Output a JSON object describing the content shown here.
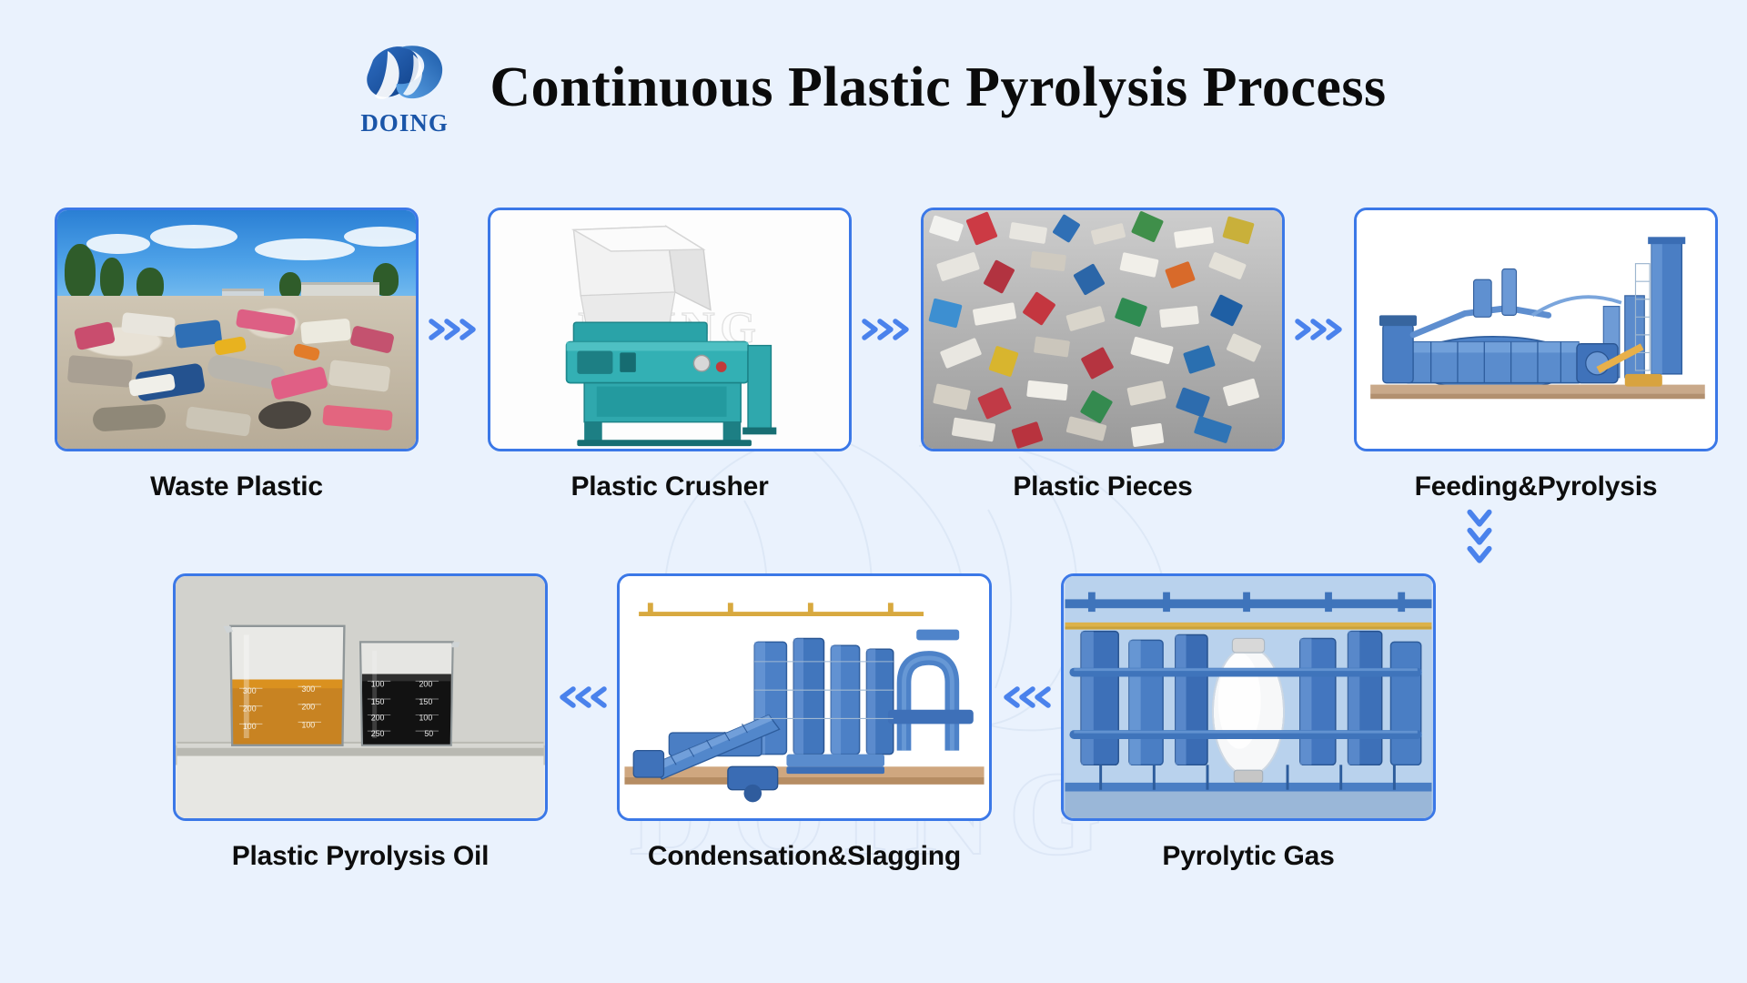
{
  "brand": {
    "logo_icon": "doing-leaf-logo",
    "logo_text": "DOING",
    "watermark_text": "DOING",
    "accent_blue": "#3b78e7",
    "arrow_blue": "#4a82ec",
    "logo_blue": "#1a55a8",
    "background": "#eaf2fd"
  },
  "header": {
    "title": "Continuous Plastic Pyrolysis Process"
  },
  "flow": {
    "row1": [
      {
        "id": "waste-plastic",
        "label": "Waste Plastic",
        "image": "landfill-of-mixed-waste-plastic"
      },
      {
        "id": "plastic-crusher",
        "label": "Plastic Crusher",
        "image": "industrial-plastic-crusher-machine"
      },
      {
        "id": "plastic-pieces",
        "label": "Plastic Pieces",
        "image": "pile-of-shredded-plastic-flakes"
      },
      {
        "id": "feeding-pyrolysis",
        "label": "Feeding&Pyrolysis",
        "image": "continuous-pyrolysis-reactor-plant"
      }
    ],
    "row2": [
      {
        "id": "plastic-pyrolysis-oil",
        "label": "Plastic Pyrolysis Oil",
        "image": "two-beakers-of-pyrolysis-oil"
      },
      {
        "id": "condensation-slagging",
        "label": "Condensation&Slagging",
        "image": "condenser-and-slag-discharge-system"
      },
      {
        "id": "pyrolytic-gas",
        "label": "Pyrolytic Gas",
        "image": "pyrolytic-gas-recovery-unit"
      }
    ],
    "arrows": {
      "right_icon": "triple-chevron-right",
      "left_icon": "triple-chevron-left",
      "down_icon": "triple-chevron-down",
      "row1_count": 3,
      "row2_count": 2,
      "down_count": 1
    }
  },
  "beaker_labels": {
    "left": [
      "300",
      "200",
      "100"
    ],
    "right_outer": [
      "100",
      "150",
      "200",
      "250"
    ],
    "right_inner": [
      "200",
      "150",
      "100",
      "50"
    ]
  }
}
